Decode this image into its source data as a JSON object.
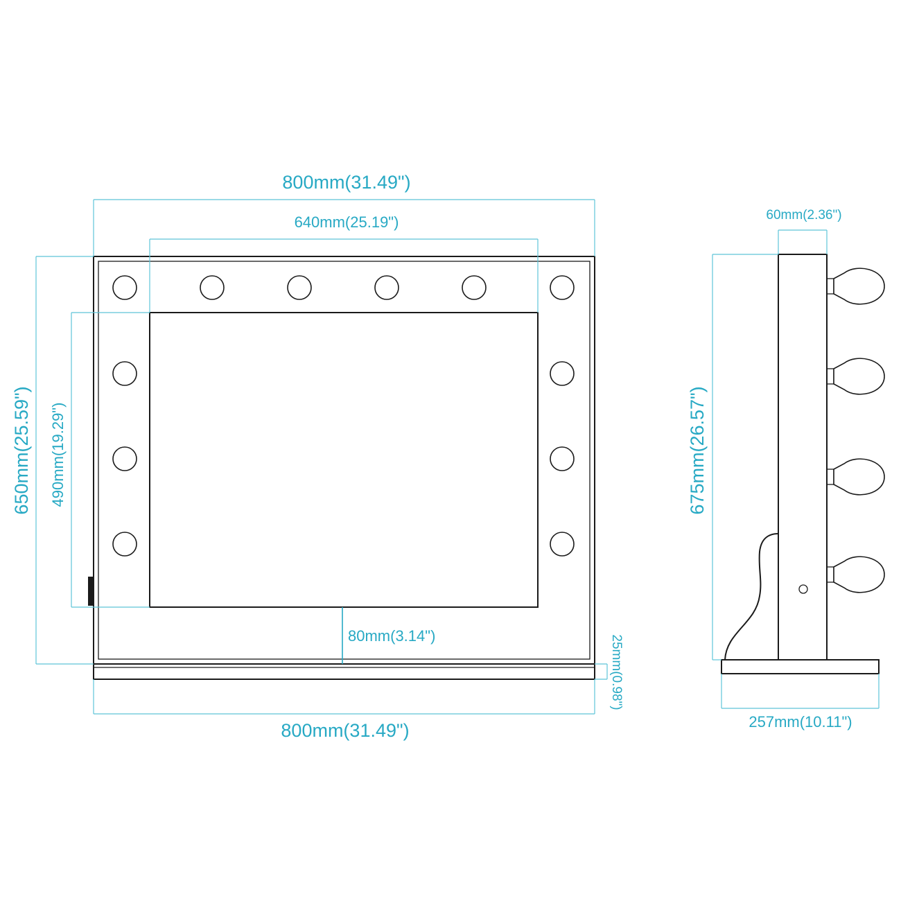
{
  "diagram": {
    "colors": {
      "dimension": "#27a9c4",
      "outline": "#1a1a1a"
    },
    "front_view": {
      "overall_width_top": "800mm(31.49\")",
      "mirror_width": "640mm(25.19\")",
      "overall_height": "650mm(25.59\")",
      "mirror_height": "490mm(19.29\")",
      "bottom_margin": "80mm(3.14\")",
      "base_thickness": "25mm(0.98\")",
      "overall_width_bottom": "800mm(31.49\")"
    },
    "side_view": {
      "frame_depth": "60mm(2.36\")",
      "overall_height": "675mm(26.57\")",
      "base_depth": "257mm(10.11\")"
    }
  }
}
